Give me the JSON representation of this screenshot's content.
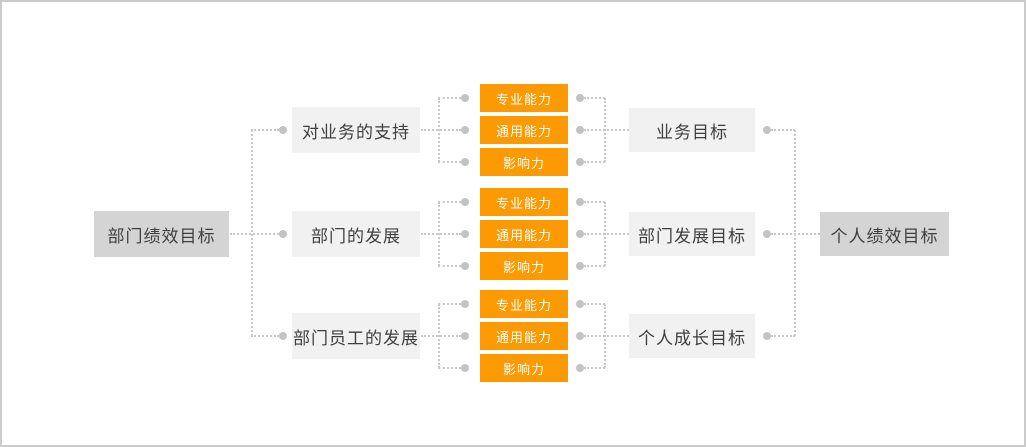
{
  "colors": {
    "orange": "#fb9a02",
    "dark_box": "#d4d4d4",
    "light_box": "#f1f1f1",
    "box_text": "#3f3f3f",
    "line": "#c9c9c9",
    "dot": "#c3c3c3",
    "background": "#ffffff",
    "border": "#cbcbcb"
  },
  "diagram": {
    "left_root": {
      "label": "部门绩效目标"
    },
    "right_root": {
      "label": "个人绩效目标"
    },
    "groups": [
      {
        "source": "对业务的支持",
        "capabilities": [
          "专业能力",
          "通用能力",
          "影响力"
        ],
        "target": "业务目标"
      },
      {
        "source": "部门的发展",
        "capabilities": [
          "专业能力",
          "通用能力",
          "影响力"
        ],
        "target": "部门发展目标"
      },
      {
        "source": "部门员工的发展",
        "capabilities": [
          "专业能力",
          "通用能力",
          "影响力"
        ],
        "target": "个人成长目标"
      }
    ]
  }
}
